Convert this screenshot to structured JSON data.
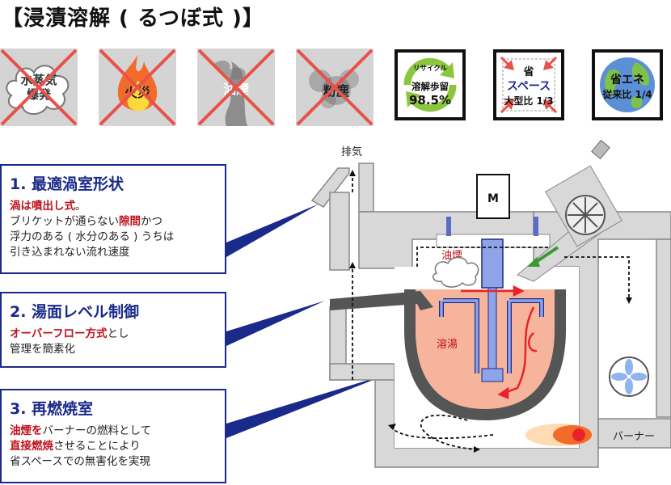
{
  "title": "【浸漬溶解 ( るつぼ式 )】",
  "hazards": [
    {
      "label_lines": [
        "水蒸気",
        "爆発"
      ]
    },
    {
      "label": "火災"
    },
    {
      "label": "油煙"
    },
    {
      "label": "粉塵"
    }
  ],
  "badges": {
    "recycle": {
      "top": "リサイクル",
      "mid": "溶解歩留",
      "value": "98.5%"
    },
    "space": {
      "line1": "省",
      "line2": "スペース",
      "line3": "大型比 1/3"
    },
    "energy": {
      "line1": "省エネ",
      "line2": "従来比 1/4"
    }
  },
  "features": [
    {
      "heading": "1. 最適渦室形状",
      "highlight": "渦は噴出し式",
      "highlight_tail": "。",
      "l2a": "ブリケットが通らない",
      "l2b": "隙間",
      "l2c": "かつ",
      "l3": "浮力のある ( 水分のある ) うちは",
      "l4": "引き込まれない流れ速度"
    },
    {
      "heading": "2. 湯面レベル制御",
      "highlight": "オーバーフロー方式",
      "highlight_tail": "とし",
      "l2": "管理を簡素化"
    },
    {
      "heading": "3. 再燃焼室",
      "highlight": "油煙を",
      "highlight_tail": "バーナーの燃料として",
      "l2a": "直接燃焼",
      "l2b": "させることにより",
      "l3": "省スペースでの無害化を実現"
    }
  ],
  "diagram": {
    "exhaust": "排気",
    "motor": "M",
    "smoke": "油煙",
    "melt": "溶湯",
    "burner": "バーナー"
  },
  "colors": {
    "heading": "#1a2a8a",
    "highlight": "#c0101a",
    "melt": "#f5b49b",
    "cross": "#e8524a"
  }
}
